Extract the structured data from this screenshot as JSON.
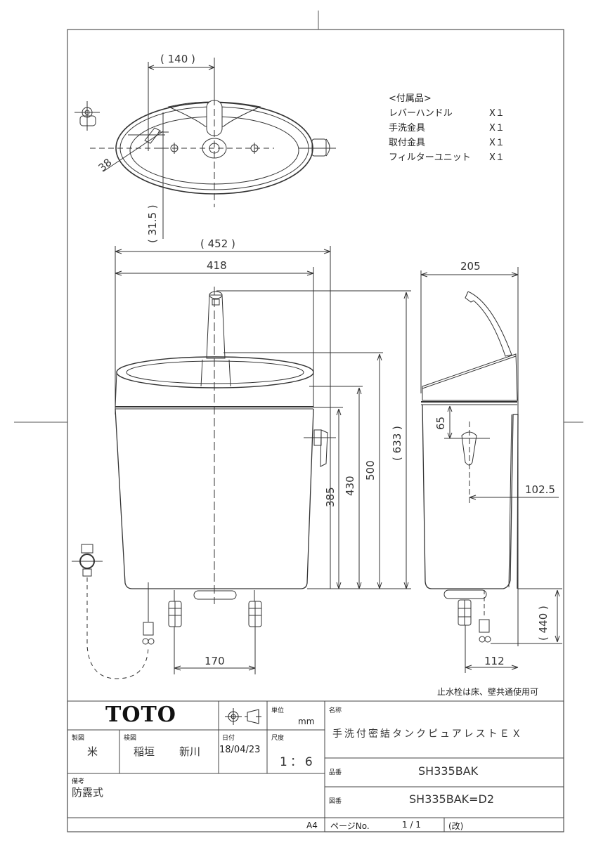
{
  "accessories": {
    "heading": "<付属品>",
    "items": [
      {
        "name": "レバーハンドル",
        "qty": "X１"
      },
      {
        "name": "手洗金具",
        "qty": "X１"
      },
      {
        "name": "取付金具",
        "qty": "X１"
      },
      {
        "name": "フィルターユニット",
        "qty": "X１"
      }
    ]
  },
  "dimensions": {
    "top_view": {
      "width_140": "( 140 )",
      "angle_38": "38",
      "offset_31_5": "( 31.5 )"
    },
    "front_view": {
      "overall_width": "( 452 )",
      "body_width": "418",
      "h385": "385",
      "h430": "430",
      "h500": "500",
      "h633": "( 633 )",
      "valve_spacing": "170"
    },
    "side_view": {
      "depth": "205",
      "h65": "65",
      "d102_5": "102.5",
      "h440": "( 440 )",
      "d112": "112"
    }
  },
  "note": "止水栓は床、壁共通使用可",
  "title_block": {
    "logo": "TOTO",
    "unit_label": "単位",
    "unit_value": "mm",
    "name_label": "名称",
    "name_value": "手洗付密結タンクピュアレストＥＸ",
    "drawn_label": "製図",
    "drawn_value": "米",
    "checked_label": "検図",
    "checked_value_1": "稲垣",
    "checked_value_2": "新川",
    "date_label": "日付",
    "date_value": "18/04/23",
    "scale_label": "尺度",
    "scale_value": "1：6",
    "part_no_label": "品番",
    "part_no_value": "SH335BAK",
    "drawing_no_label": "図番",
    "drawing_no_value": "SH335BAK=D2",
    "remarks_label": "備考",
    "remarks_value": "防露式",
    "paper_size": "A4",
    "page_label": "ページNo.",
    "page_value": "1 / 1",
    "revision_label": "(改)"
  }
}
